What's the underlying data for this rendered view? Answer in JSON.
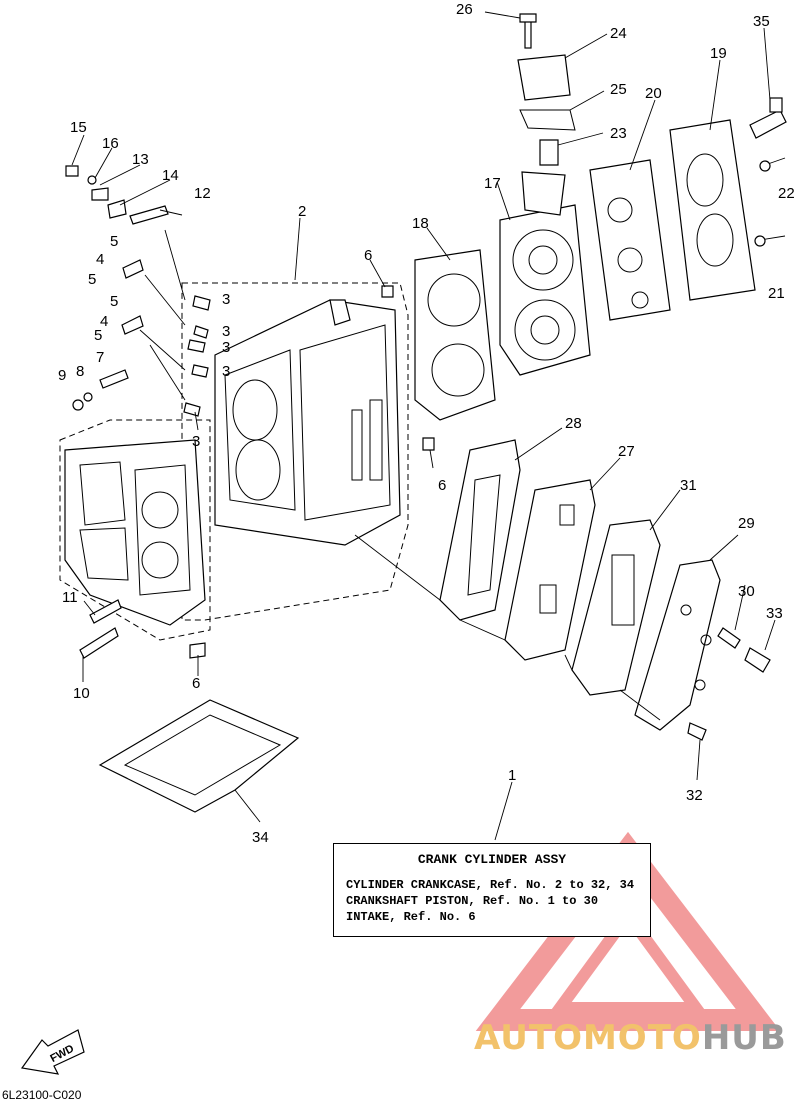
{
  "callouts": [
    "1",
    "2",
    "3",
    "3",
    "3",
    "3",
    "3",
    "4",
    "4",
    "5",
    "5",
    "5",
    "5",
    "6",
    "6",
    "6",
    "7",
    "8",
    "9",
    "10",
    "11",
    "12",
    "13",
    "14",
    "15",
    "16",
    "17",
    "18",
    "19",
    "20",
    "21",
    "22",
    "23",
    "24",
    "25",
    "26",
    "27",
    "28",
    "29",
    "30",
    "31",
    "32",
    "33",
    "34",
    "35"
  ],
  "label": {
    "title": "CRANK CYLINDER ASSY",
    "line1": "CYLINDER CRANKCASE,  Ref. No. 2 to 32, 34",
    "line2": "CRANKSHAFT PISTON,  Ref. No. 1 to 30",
    "line3": "INTAKE, Ref. No. 6"
  },
  "fwd_arrow": "FWD",
  "drawing_code": "6L23100-C020",
  "watermark": {
    "part1": "AUTOMOTO",
    "part2": "HUB",
    "color_accent": "#f08a8a",
    "color_orange": "#f2c26b",
    "color_gray": "#9a9a9a"
  }
}
